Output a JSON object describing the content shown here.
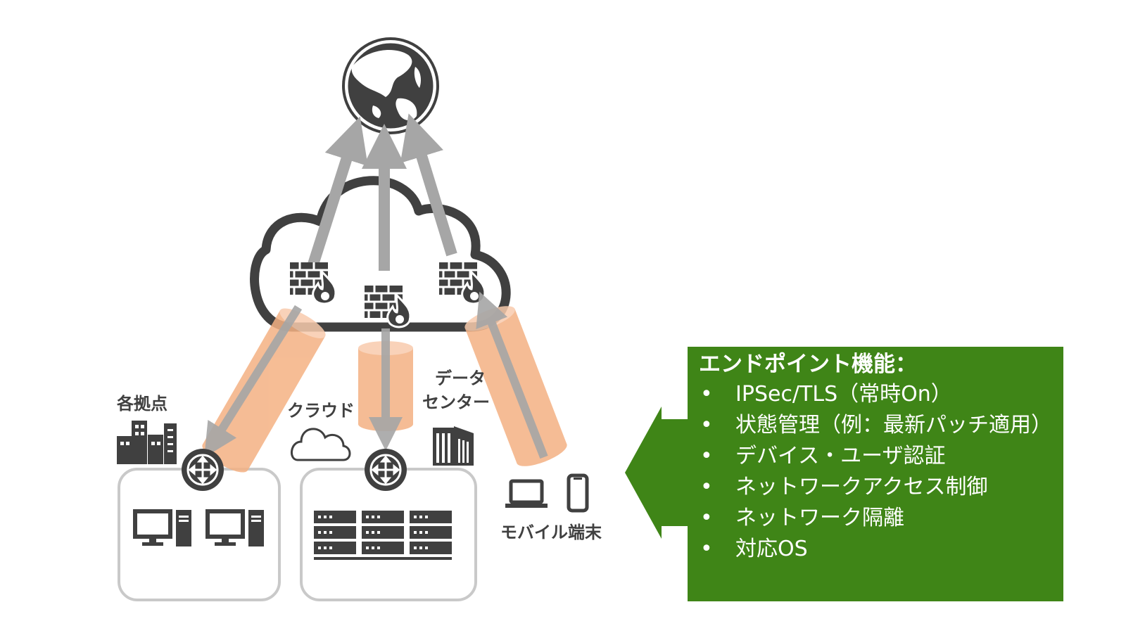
{
  "diagram": {
    "locations": {
      "branches": "各拠点",
      "cloud": "クラウド",
      "datacenter_line1": "データ",
      "datacenter_line2": "センター",
      "mobile": "モバイル端末"
    }
  },
  "panel": {
    "title": "エンドポイント機能：",
    "bullet": "•",
    "items": [
      "IPSec/TLS（常時On）",
      "状態管理（例：最新パッチ適用）",
      "デバイス・ユーザ認証",
      "ネットワークアクセス制御",
      "ネットワーク隔離",
      "対応OS"
    ]
  },
  "colors": {
    "icon": "#404040",
    "frame": "#c9c9c9",
    "arrow": "#a6a6a6",
    "tunnel": "#f4b183",
    "panel": "#3f8517",
    "panel_text": "#ffffff"
  }
}
